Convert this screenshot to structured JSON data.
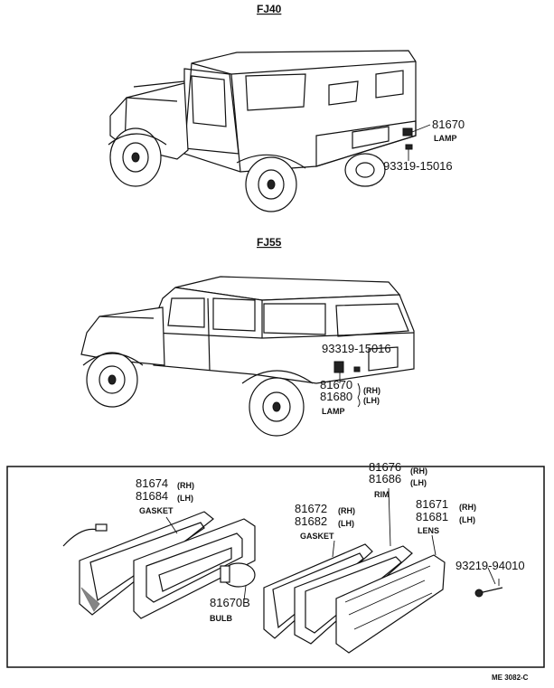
{
  "fj40": {
    "title": "FJ40",
    "lamp_part": "81670",
    "lamp_label": "LAMP",
    "screw_part": "93319-15016"
  },
  "fj55": {
    "title": "FJ55",
    "screw_part": "93319-15016",
    "lamp_rh": "81670",
    "lamp_lh": "81680",
    "rh": "(RH)",
    "lh": "(LH)",
    "lamp_label": "LAMP"
  },
  "detail": {
    "gasket1_rh": "81674",
    "gasket1_lh": "81684",
    "gasket1_rh_tag": "(RH)",
    "gasket1_lh_tag": "(LH)",
    "gasket1_label": "GASKET",
    "rim_rh": "81676",
    "rim_lh": "81686",
    "rim_rh_tag": "(RH)",
    "rim_lh_tag": "(LH)",
    "rim_label": "RIM",
    "gasket2_rh": "81672",
    "gasket2_lh": "81682",
    "gasket2_rh_tag": "(RH)",
    "gasket2_lh_tag": "(LH)",
    "gasket2_label": "GASKET",
    "lens_rh": "81671",
    "lens_lh": "81681",
    "lens_rh_tag": "(RH)",
    "lens_lh_tag": "(LH)",
    "lens_label": "LENS",
    "screw_part": "93219-94010",
    "bulb_part": "81670B",
    "bulb_label": "BULB"
  },
  "footer": {
    "code": "ME 3082-C"
  }
}
